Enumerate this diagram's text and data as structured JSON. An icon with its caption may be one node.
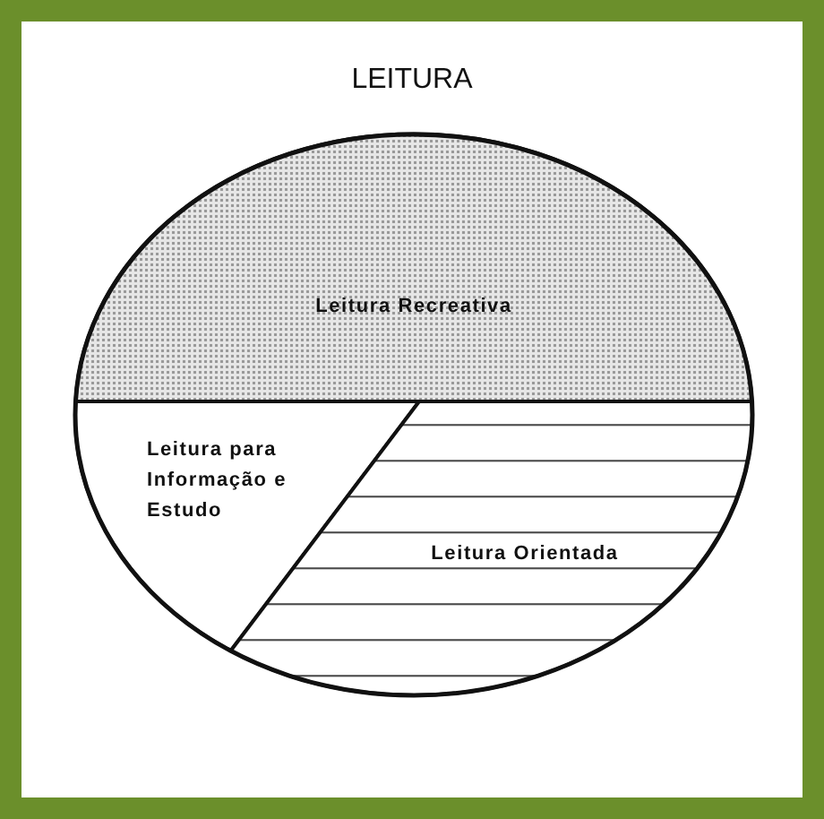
{
  "diagram": {
    "title": "LEITURA",
    "nodes": [
      {
        "text": [
          "Leitura Recreativa"
        ]
      },
      {
        "text": [
          "Leitura para Informação e Estudo"
        ]
      },
      {
        "text": [
          "Leitura Orientada"
        ]
      }
    ]
  }
}
